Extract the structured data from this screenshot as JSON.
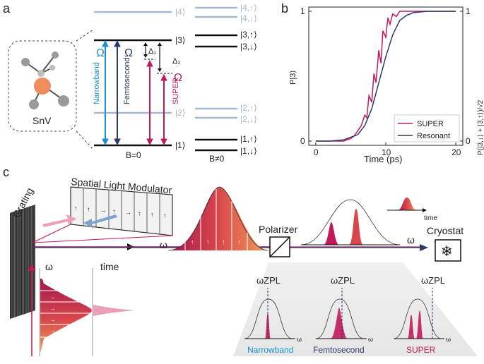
{
  "panels": {
    "a": "a",
    "b": "b",
    "c": "c"
  },
  "panel_a": {
    "molecule_label": "SnV",
    "state_4": "|4⟩",
    "state_3": "|3⟩",
    "state_2": "|2⟩",
    "state_1": "|1⟩",
    "split_4_up": "|4,↑⟩",
    "split_4_down": "|4,↓⟩",
    "split_3_up": "|3,↑⟩",
    "split_3_down": "|3,↓⟩",
    "split_2_up": "|2,↑⟩",
    "split_2_down": "|2,↓⟩",
    "split_1_up": "|1,↑⟩",
    "split_1_down": "|1,↓⟩",
    "b_zero": "B=0",
    "b_nonzero": "B≠0",
    "omega": "Ω",
    "narrowband": "Narrowband",
    "femtosecond": "Femtosecond",
    "super": "SUPER",
    "delta1": "Δ₁",
    "delta2": "Δ₂",
    "colors": {
      "narrowband": "#1b8fd0",
      "femtosecond": "#2b3a67",
      "super": "#c2185b",
      "grey": "#a7b9cf"
    }
  },
  "chart_data": {
    "type": "line",
    "xlabel": "Time (ps)",
    "ylabel_left": "P|3⟩",
    "ylabel_right": "P(|3,↓⟩ + |3,↑⟩)/√2",
    "xlim": [
      -1,
      21
    ],
    "ylim": [
      0,
      1
    ],
    "xticks": [
      0,
      10,
      20
    ],
    "yticks_left": [
      0,
      1
    ],
    "yticks_right": [
      0,
      1
    ],
    "legend_position": "lower-right",
    "series": [
      {
        "name": "SUPER",
        "color": "#c2185b",
        "x": [
          0,
          4,
          5,
          5.5,
          6,
          6.5,
          7,
          7.3,
          7.6,
          8,
          8.3,
          8.6,
          9,
          9.3,
          9.6,
          10,
          10.3,
          10.6,
          11,
          11.5,
          12,
          13,
          14,
          16,
          18,
          20
        ],
        "y": [
          0,
          0,
          0.02,
          0.04,
          0.08,
          0.12,
          0.2,
          0.18,
          0.35,
          0.3,
          0.52,
          0.45,
          0.7,
          0.6,
          0.85,
          0.8,
          0.95,
          0.9,
          0.98,
          0.96,
          1,
          1,
          1,
          1,
          1,
          1
        ]
      },
      {
        "name": "Resonant",
        "color": "#2b3a67",
        "x": [
          0,
          2,
          4,
          6,
          7,
          8,
          9,
          10,
          11,
          12,
          13,
          14,
          16,
          18,
          20
        ],
        "y": [
          0,
          0,
          0.01,
          0.05,
          0.12,
          0.25,
          0.45,
          0.65,
          0.82,
          0.93,
          0.97,
          0.99,
          1,
          1,
          1
        ]
      }
    ]
  },
  "panel_c": {
    "slm_title": "Spatial Light Modulator",
    "grating": "Grating",
    "polarizer": "Polarizer",
    "cryostat": "Cryostat",
    "omega": "ω",
    "time": "time",
    "time_small": "time",
    "omega_zpl": "ωZPL",
    "insets": [
      "Narrowband",
      "Femtosecond",
      "SUPER"
    ],
    "inset_colors": [
      "#1b8fd0",
      "#2b3a67",
      "#c2185b"
    ]
  }
}
